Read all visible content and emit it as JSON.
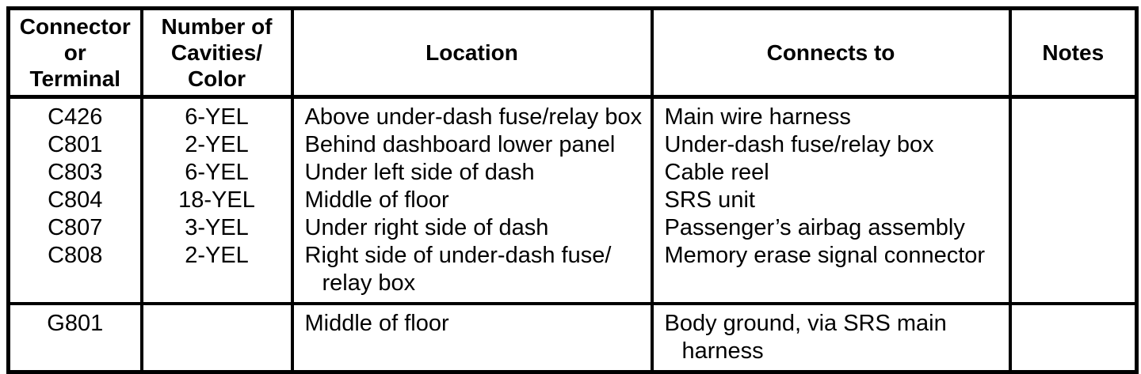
{
  "table": {
    "headers": [
      "Connector\nor\nTerminal",
      "Number of\nCavities/\nColor",
      "Location",
      "Connects to",
      "Notes"
    ],
    "connector_rows": [
      {
        "connector": "C426",
        "cavities": "6-YEL",
        "location": "Above under-dash fuse/relay box",
        "connects_to": "Main wire harness",
        "notes": ""
      },
      {
        "connector": "C801",
        "cavities": "2-YEL",
        "location": "Behind dashboard lower panel",
        "connects_to": "Under-dash fuse/relay box",
        "notes": ""
      },
      {
        "connector": "C803",
        "cavities": "6-YEL",
        "location": "Under left side of dash",
        "connects_to": "Cable reel",
        "notes": ""
      },
      {
        "connector": "C804",
        "cavities": "18-YEL",
        "location": "Middle of floor",
        "connects_to": "SRS unit",
        "notes": ""
      },
      {
        "connector": "C807",
        "cavities": "3-YEL",
        "location": "Under right side of dash",
        "connects_to": "Passenger’s airbag assembly",
        "notes": ""
      },
      {
        "connector": "C808",
        "cavities": "2-YEL",
        "location": "Right side of under-dash fuse/\nrelay box",
        "connects_to": "Memory erase signal connector",
        "notes": ""
      }
    ],
    "ground_rows": [
      {
        "connector": "G801",
        "cavities": "",
        "location": "Middle of floor",
        "connects_to": "Body ground, via SRS main\nharness",
        "notes": ""
      }
    ]
  }
}
